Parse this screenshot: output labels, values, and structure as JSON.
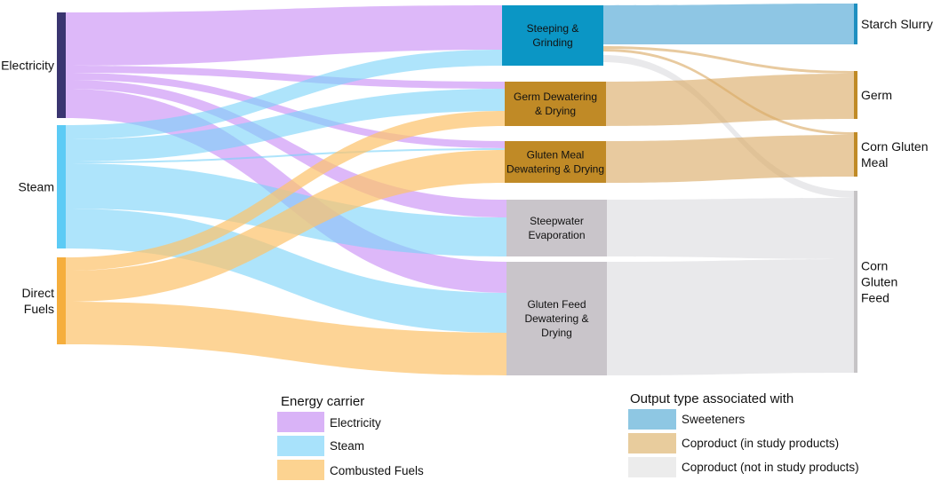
{
  "sources": [
    {
      "id": "electricity",
      "lines": [
        "Electricity"
      ],
      "color": "#3a3570"
    },
    {
      "id": "steam",
      "lines": [
        "Steam"
      ],
      "color": "#5ccbf5"
    },
    {
      "id": "direct-fuels",
      "lines": [
        "Direct",
        "Fuels"
      ],
      "color": "#f5ae3d"
    }
  ],
  "processes": [
    {
      "id": "steeping-grinding",
      "lines": [
        "Steeping &",
        "Grinding"
      ],
      "color": "#0b96c5"
    },
    {
      "id": "germ-dewatering",
      "lines": [
        "Germ Dewatering",
        "& Drying"
      ],
      "color": "#c08a26"
    },
    {
      "id": "gluten-meal-dewatering",
      "lines": [
        "Gluten Meal",
        "Dewatering & Drying"
      ],
      "color": "#c08a26"
    },
    {
      "id": "steepwater-evaporation",
      "lines": [
        "Steepwater",
        "Evaporation"
      ],
      "color": "#c9c5ca"
    },
    {
      "id": "gluten-feed-dewatering",
      "lines": [
        "Gluten Feed",
        "Dewatering &",
        "Drying"
      ],
      "color": "#c9c5ca"
    }
  ],
  "outputs": [
    {
      "id": "starch-slurry",
      "lines": [
        "Starch Slurry"
      ],
      "color": "#1e8fc0"
    },
    {
      "id": "germ",
      "lines": [
        "Germ"
      ],
      "color": "#c08a26"
    },
    {
      "id": "corn-gluten-meal",
      "lines": [
        "Corn Gluten",
        "Meal"
      ],
      "color": "#c08a26"
    },
    {
      "id": "corn-gluten-feed",
      "lines": [
        "Corn",
        "Gluten",
        "Feed"
      ],
      "color": "#c6c4c6"
    }
  ],
  "flows": [
    {
      "source": "electricity",
      "target": "steeping-grinding",
      "carrier": "Electricity"
    },
    {
      "source": "electricity",
      "target": "germ-dewatering",
      "carrier": "Electricity"
    },
    {
      "source": "electricity",
      "target": "gluten-meal-dewatering",
      "carrier": "Electricity"
    },
    {
      "source": "electricity",
      "target": "steepwater-evaporation",
      "carrier": "Electricity"
    },
    {
      "source": "electricity",
      "target": "gluten-feed-dewatering",
      "carrier": "Electricity"
    },
    {
      "source": "steam",
      "target": "steeping-grinding",
      "carrier": "Steam"
    },
    {
      "source": "steam",
      "target": "germ-dewatering",
      "carrier": "Steam"
    },
    {
      "source": "steam",
      "target": "gluten-meal-dewatering",
      "carrier": "Steam"
    },
    {
      "source": "steam",
      "target": "steepwater-evaporation",
      "carrier": "Steam"
    },
    {
      "source": "steam",
      "target": "gluten-feed-dewatering",
      "carrier": "Steam"
    },
    {
      "source": "direct-fuels",
      "target": "germ-dewatering",
      "carrier": "Combusted Fuels"
    },
    {
      "source": "direct-fuels",
      "target": "gluten-meal-dewatering",
      "carrier": "Combusted Fuels"
    },
    {
      "source": "direct-fuels",
      "target": "gluten-feed-dewatering",
      "carrier": "Combusted Fuels"
    },
    {
      "source": "steeping-grinding",
      "target": "starch-slurry",
      "output_type": "Sweeteners"
    },
    {
      "source": "steeping-grinding",
      "target": "germ",
      "output_type": "Coproduct (in study products)"
    },
    {
      "source": "steeping-grinding",
      "target": "corn-gluten-meal",
      "output_type": "Coproduct (in study products)"
    },
    {
      "source": "steeping-grinding",
      "target": "corn-gluten-feed",
      "output_type": "Coproduct (not in study products)"
    },
    {
      "source": "germ-dewatering",
      "target": "germ",
      "output_type": "Coproduct (in study products)"
    },
    {
      "source": "gluten-meal-dewatering",
      "target": "corn-gluten-meal",
      "output_type": "Coproduct (in study products)"
    },
    {
      "source": "steepwater-evaporation",
      "target": "corn-gluten-feed",
      "output_type": "Coproduct (not in study products)"
    },
    {
      "source": "gluten-feed-dewatering",
      "target": "corn-gluten-feed",
      "output_type": "Coproduct (not in study products)"
    }
  ],
  "legend_carrier": {
    "title": "Energy carrier",
    "items": [
      {
        "label": "Electricity",
        "color": "#d9b3f7"
      },
      {
        "label": "Steam",
        "color": "#a8e2fb"
      },
      {
        "label": "Combusted Fuels",
        "color": "#fcd391"
      }
    ]
  },
  "legend_output": {
    "title": "Output type associated with",
    "items": [
      {
        "label": "Sweeteners",
        "color": "#8ec7e3"
      },
      {
        "label": "Coproduct (in study products)",
        "color": "#e8cc9d"
      },
      {
        "label": "Coproduct (not in study products)",
        "color": "#ececec"
      }
    ]
  }
}
